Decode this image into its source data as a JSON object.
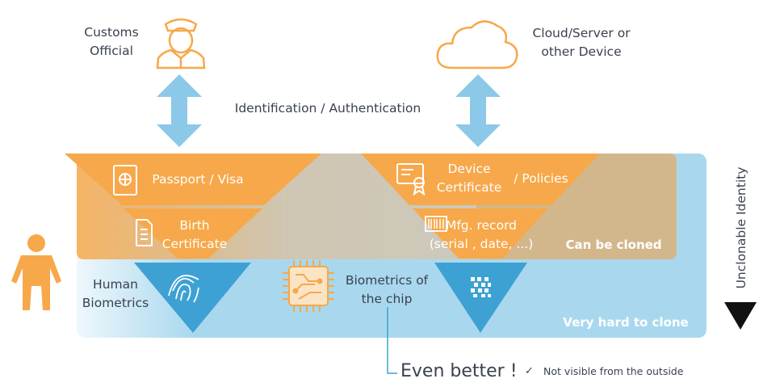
{
  "top": {
    "customs_line1": "Customs",
    "customs_line2": "Official",
    "cloud_line1": "Cloud/Server or",
    "cloud_line2": "other Device",
    "ident": "Identification / Authentication"
  },
  "left_triangle": {
    "passport": "Passport / Visa",
    "birth_line1": "Birth",
    "birth_line2": "Certificate",
    "human_line1": "Human",
    "human_line2": "Biometrics"
  },
  "right_triangle": {
    "device_line1": "Device",
    "device_line2": "Certificate",
    "policies": "/ Policies",
    "mfg_line1": "Mfg. record",
    "mfg_line2": "(serial , date, ...)"
  },
  "middle": {
    "bio_line1": "Biometrics of",
    "bio_line2": "the chip"
  },
  "bands": {
    "can_clone": "Can be cloned",
    "hard_clone": "Very hard to clone",
    "unclonable": "Unclonable Identity"
  },
  "callout": {
    "even_better": "Even better !",
    "check": "✓",
    "not_visible": "Not visible from the outside"
  },
  "colors": {
    "orange": "#f7a84a",
    "blue": "#3ea1d4",
    "light_blue": "#a9d8ee",
    "arrow_blue": "#8cc8e8",
    "tan": "#d3b78c"
  }
}
